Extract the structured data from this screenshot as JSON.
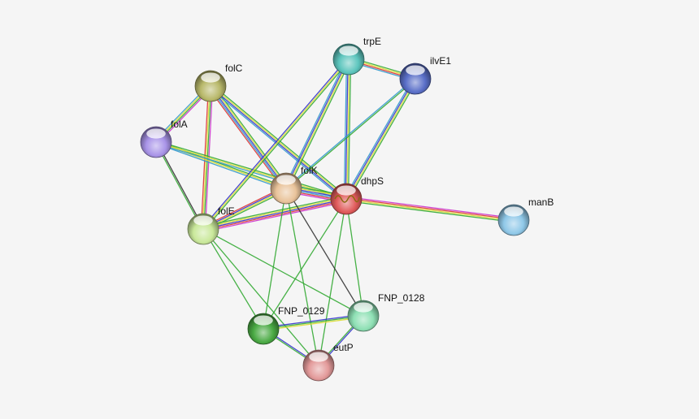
{
  "nodes": [
    {
      "id": "folC",
      "label": "folC",
      "color": "#b8b86a"
    },
    {
      "id": "trpE",
      "label": "trpE",
      "color": "#5cc5bd"
    },
    {
      "id": "ilvE1",
      "label": "ilvE1",
      "color": "#5a6fc8"
    },
    {
      "id": "folA",
      "label": "folA",
      "color": "#a994e8"
    },
    {
      "id": "folK",
      "label": "folK",
      "color": "#e9c39a"
    },
    {
      "id": "dhpS",
      "label": "dhpS",
      "color": "#e05a5a"
    },
    {
      "id": "folE",
      "label": "folE",
      "color": "#c9e89a"
    },
    {
      "id": "manB",
      "label": "manB",
      "color": "#8fc8e8"
    },
    {
      "id": "FNP_0128",
      "label": "FNP_0128",
      "color": "#8ee0b4"
    },
    {
      "id": "FNP_0129",
      "label": "FNP_0129",
      "color": "#4aaa44"
    },
    {
      "id": "eutP",
      "label": "eutP",
      "color": "#e39a9a"
    }
  ],
  "edges": [
    {
      "from": "folC",
      "to": "folA",
      "colors": [
        "#cc33cc",
        "#33aa33",
        "#dddd33",
        "#3399cc"
      ]
    },
    {
      "from": "folC",
      "to": "folE",
      "colors": [
        "#cc33cc",
        "#33aa33",
        "#dddd33",
        "#dd3333"
      ]
    },
    {
      "from": "folC",
      "to": "folK",
      "colors": [
        "#33aa33",
        "#dddd33",
        "#3333cc",
        "#3399cc",
        "#dd3333"
      ]
    },
    {
      "from": "folC",
      "to": "dhpS",
      "colors": [
        "#33aa33",
        "#dddd33",
        "#3333cc",
        "#3399cc"
      ]
    },
    {
      "from": "folA",
      "to": "folE",
      "colors": [
        "#333333",
        "#33aa33"
      ]
    },
    {
      "from": "folA",
      "to": "folK",
      "colors": [
        "#33aa33",
        "#dddd33",
        "#3399cc"
      ]
    },
    {
      "from": "folA",
      "to": "dhpS",
      "colors": [
        "#33aa33",
        "#dddd33",
        "#3399cc"
      ]
    },
    {
      "from": "trpE",
      "to": "ilvE1",
      "colors": [
        "#33aa33",
        "#dddd33",
        "#dd3333",
        "#3399cc"
      ]
    },
    {
      "from": "trpE",
      "to": "folK",
      "colors": [
        "#33aa33",
        "#dddd33",
        "#3333cc",
        "#3399cc"
      ]
    },
    {
      "from": "trpE",
      "to": "dhpS",
      "colors": [
        "#33aa33",
        "#dddd33",
        "#3333cc",
        "#3399cc"
      ]
    },
    {
      "from": "trpE",
      "to": "folE",
      "colors": [
        "#33aa33",
        "#dddd33",
        "#3333cc"
      ]
    },
    {
      "from": "ilvE1",
      "to": "dhpS",
      "colors": [
        "#33aa33",
        "#dddd33",
        "#3333cc",
        "#3399cc"
      ]
    },
    {
      "from": "ilvE1",
      "to": "folK",
      "colors": [
        "#33aa33",
        "#3399cc"
      ]
    },
    {
      "from": "folK",
      "to": "dhpS",
      "colors": [
        "#33aa33",
        "#dddd33",
        "#3333cc",
        "#3399cc",
        "#dd3333",
        "#cc33cc"
      ]
    },
    {
      "from": "folK",
      "to": "folE",
      "colors": [
        "#33aa33",
        "#dddd33",
        "#3333cc",
        "#dd3333"
      ]
    },
    {
      "from": "folE",
      "to": "dhpS",
      "colors": [
        "#33aa33",
        "#dddd33",
        "#3333cc",
        "#dd3333",
        "#cc33cc"
      ]
    },
    {
      "from": "dhpS",
      "to": "manB",
      "colors": [
        "#cc33cc",
        "#dd3333",
        "#dddd33",
        "#33aa33"
      ]
    },
    {
      "from": "dhpS",
      "to": "FNP_0128",
      "colors": [
        "#33aa33"
      ]
    },
    {
      "from": "dhpS",
      "to": "FNP_0129",
      "colors": [
        "#33aa33"
      ]
    },
    {
      "from": "dhpS",
      "to": "eutP",
      "colors": [
        "#33aa33"
      ]
    },
    {
      "from": "folK",
      "to": "FNP_0128",
      "colors": [
        "#333333"
      ]
    },
    {
      "from": "folK",
      "to": "FNP_0129",
      "colors": [
        "#33aa33"
      ]
    },
    {
      "from": "folK",
      "to": "eutP",
      "colors": [
        "#33aa33"
      ]
    },
    {
      "from": "folE",
      "to": "FNP_0128",
      "colors": [
        "#33aa33"
      ]
    },
    {
      "from": "folE",
      "to": "FNP_0129",
      "colors": [
        "#33aa33"
      ]
    },
    {
      "from": "folE",
      "to": "eutP",
      "colors": [
        "#33aa33"
      ]
    },
    {
      "from": "FNP_0129",
      "to": "FNP_0128",
      "colors": [
        "#3333cc",
        "#33aa33",
        "#dddd33"
      ]
    },
    {
      "from": "FNP_0129",
      "to": "eutP",
      "colors": [
        "#3333cc",
        "#33aa33"
      ]
    },
    {
      "from": "FNP_0128",
      "to": "eutP",
      "colors": [
        "#3333cc",
        "#33aa33"
      ]
    }
  ]
}
